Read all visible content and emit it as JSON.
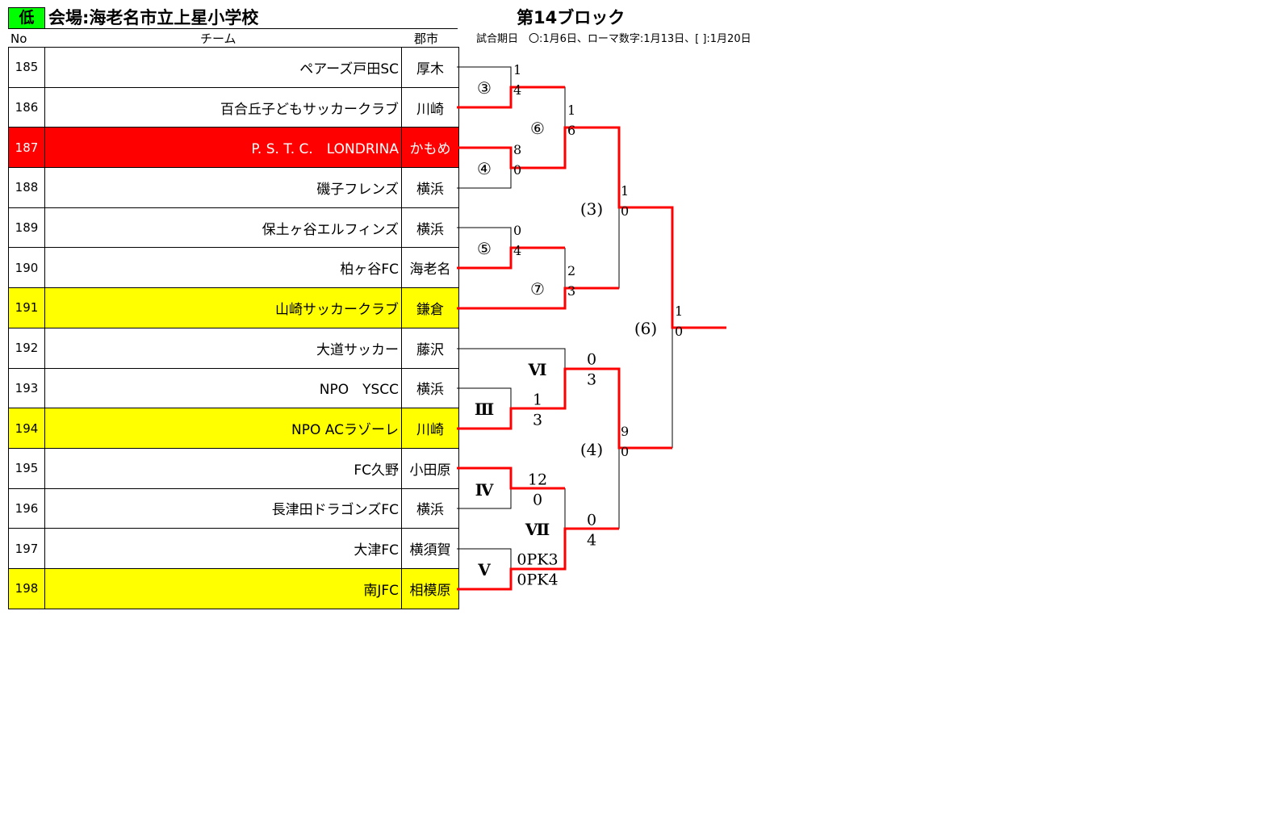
{
  "header": {
    "level": "低",
    "venue": "会場:海老名市立上星小学校",
    "block": "第14ブロック",
    "col_no": "No",
    "col_team": "チーム",
    "col_city": "郡市",
    "schedule_note": "試合期日　〇:1月6日、ローマ数字:1月13日、[ ]:1月20日"
  },
  "colors": {
    "red": "#ff0000",
    "yellow": "#ffff00",
    "green": "#00ff00"
  },
  "teams": [
    {
      "no": "185",
      "name": "ペアーズ戸田SC",
      "city": "厚木",
      "highlight": ""
    },
    {
      "no": "186",
      "name": "百合丘子どもサッカークラブ",
      "city": "川崎",
      "highlight": ""
    },
    {
      "no": "187",
      "name": "P. S. T. C.　LONDRINA",
      "city": "かもめ",
      "highlight": "red"
    },
    {
      "no": "188",
      "name": "磯子フレンズ",
      "city": "横浜",
      "highlight": ""
    },
    {
      "no": "189",
      "name": "保土ヶ谷エルフィンズ",
      "city": "横浜",
      "highlight": ""
    },
    {
      "no": "190",
      "name": "柏ヶ谷FC",
      "city": "海老名",
      "highlight": ""
    },
    {
      "no": "191",
      "name": "山崎サッカークラブ",
      "city": "鎌倉",
      "highlight": "yellow"
    },
    {
      "no": "192",
      "name": "大道サッカー",
      "city": "藤沢",
      "highlight": ""
    },
    {
      "no": "193",
      "name": "NPO　YSCC",
      "city": "横浜",
      "highlight": ""
    },
    {
      "no": "194",
      "name": "NPO ACラゾーレ",
      "city": "川崎",
      "highlight": "yellow"
    },
    {
      "no": "195",
      "name": "FC久野",
      "city": "小田原",
      "highlight": ""
    },
    {
      "no": "196",
      "name": "長津田ドラゴンズFC",
      "city": "横浜",
      "highlight": ""
    },
    {
      "no": "197",
      "name": "大津FC",
      "city": "横須賀",
      "highlight": ""
    },
    {
      "no": "198",
      "name": "南JFC",
      "city": "相模原",
      "highlight": "yellow"
    }
  ],
  "bracket": {
    "match_labels": [
      "③",
      "⑥",
      "④",
      "(3)",
      "⑤",
      "⑦",
      "(6)",
      "Ⅵ",
      "Ⅲ",
      "(4)",
      "Ⅳ",
      "Ⅶ",
      "Ⅴ"
    ],
    "scores": [
      "1",
      "4",
      "8",
      "0",
      "1",
      "6",
      "0",
      "4",
      "2",
      "3",
      "1",
      "0",
      "1",
      "0",
      "0",
      "3",
      "1",
      "3",
      "9",
      "0",
      "12",
      "0",
      "0",
      "4",
      "0PK3",
      "0PK4"
    ]
  }
}
